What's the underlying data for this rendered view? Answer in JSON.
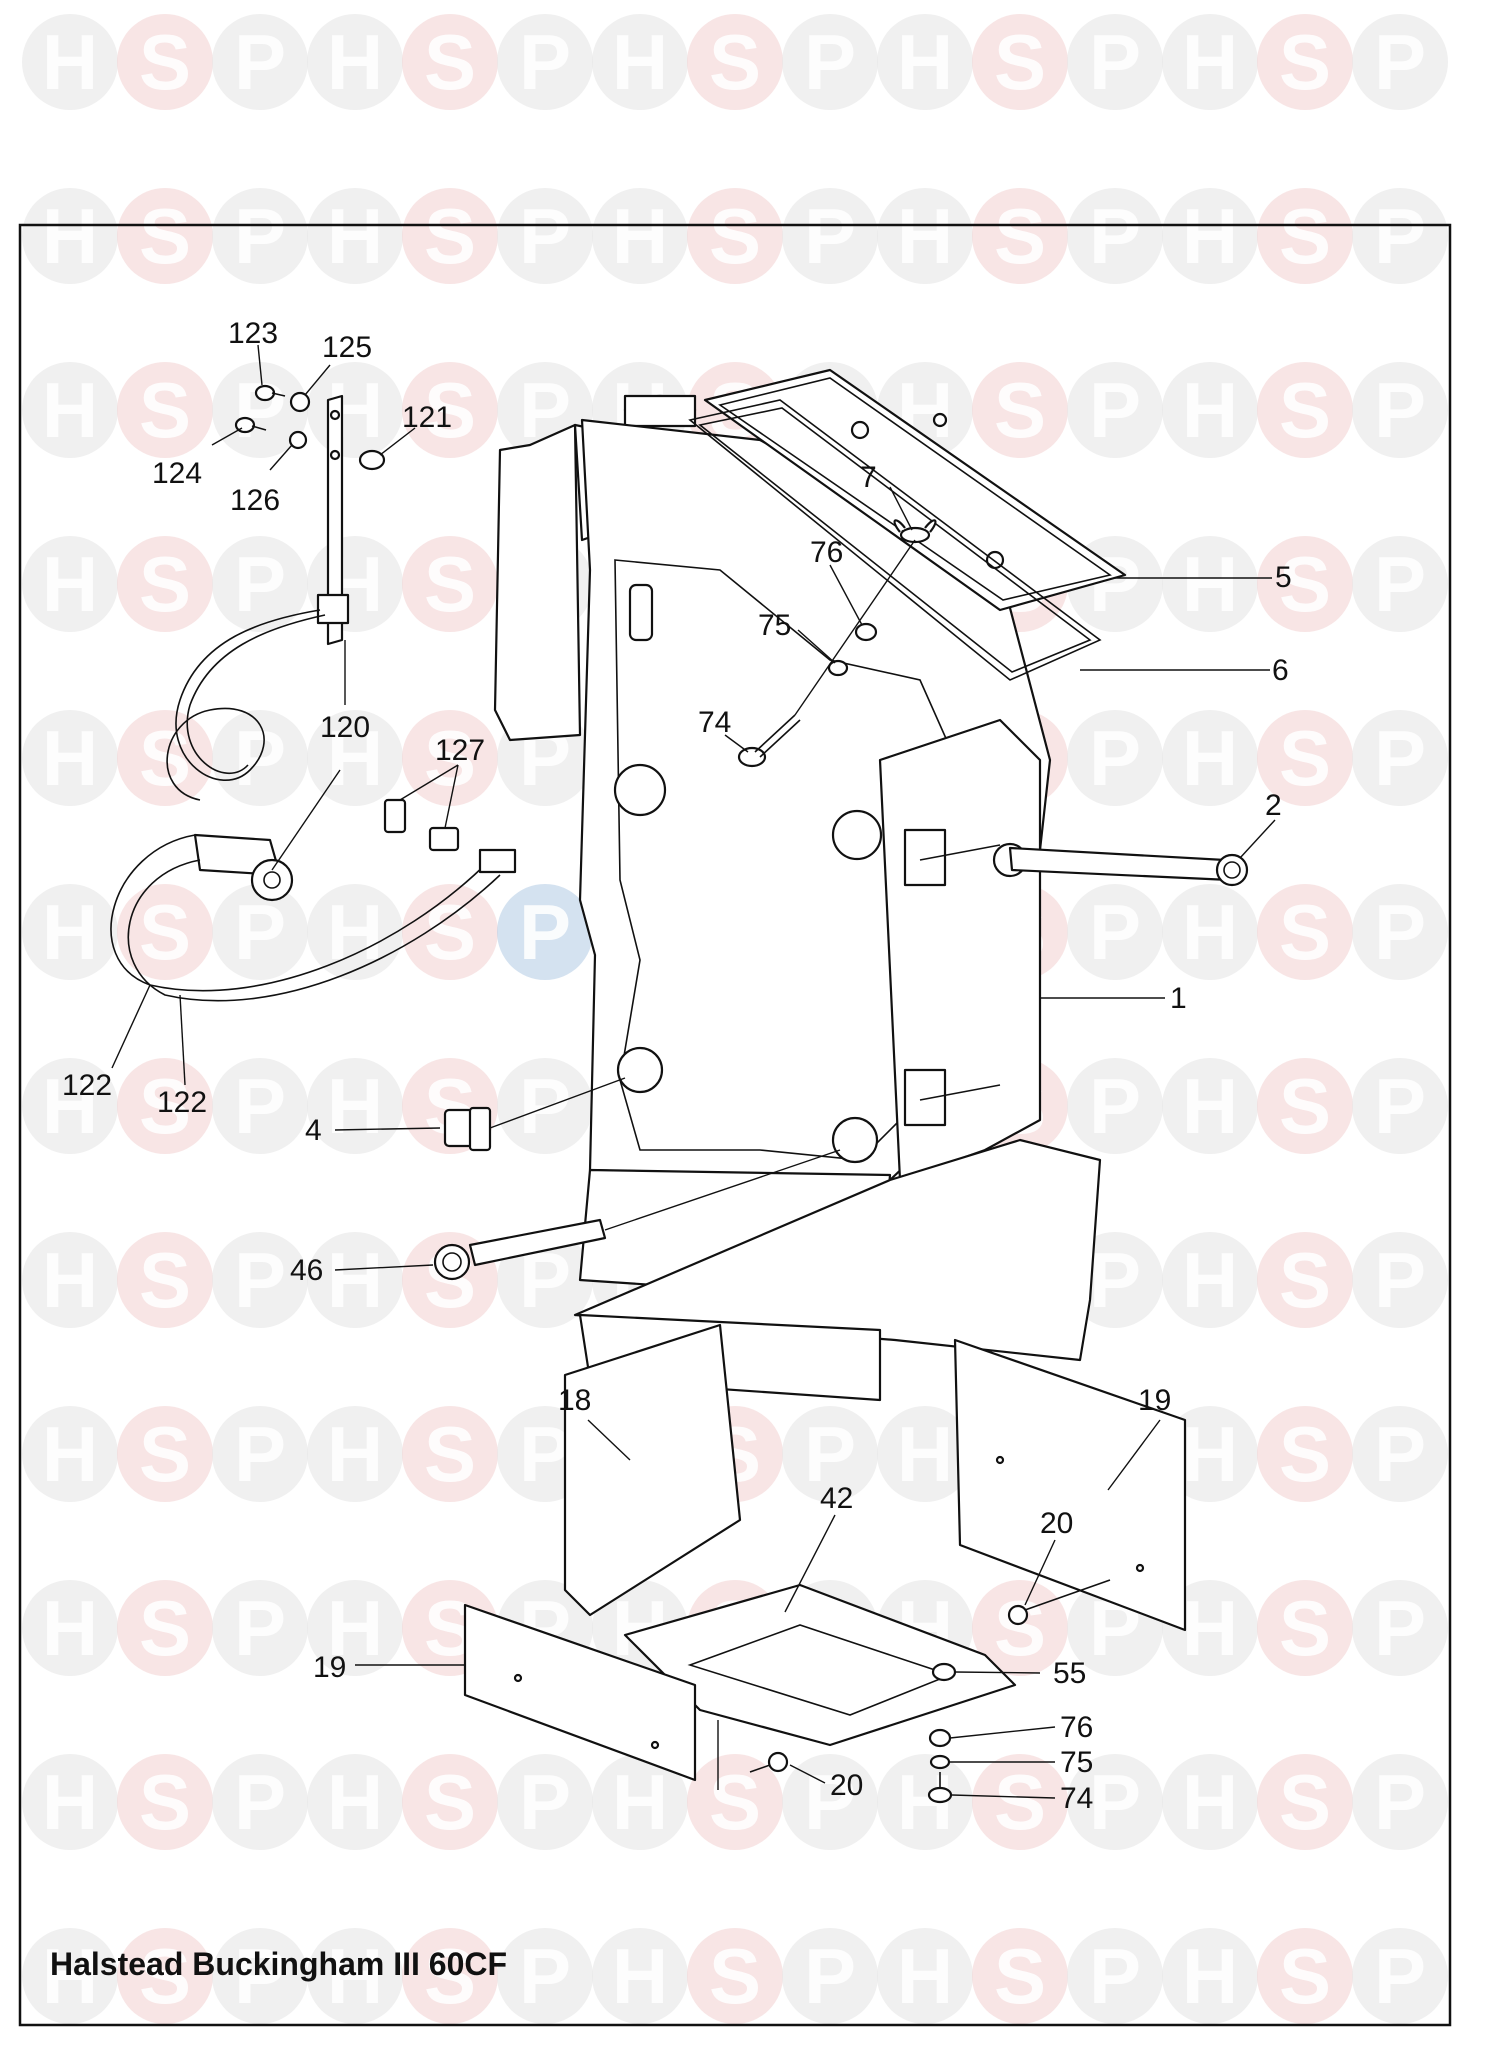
{
  "watermark": {
    "letters": [
      "H",
      "S",
      "P"
    ],
    "colors": [
      "#e6e6e6",
      "#f3d3d3",
      "#e6e6e6"
    ],
    "center_colors": [
      "#b7cfe6",
      "#f0c8c8",
      "#b7cfe6"
    ]
  },
  "caption": "Halstead Buckingham III 60CF",
  "callouts": {
    "c123": "123",
    "c125": "125",
    "c121": "121",
    "c124": "124",
    "c126": "126",
    "c7": "7",
    "c76a": "76",
    "c5": "5",
    "c75a": "75",
    "c6": "6",
    "c74a": "74",
    "c120": "120",
    "c127": "127",
    "c2": "2",
    "c1": "1",
    "c122a": "122",
    "c122b": "122",
    "c4": "4",
    "c46": "46",
    "c18": "18",
    "c19a": "19",
    "c42": "42",
    "c20a": "20",
    "c19b": "19",
    "c55": "55",
    "c76b": "76",
    "c75b": "75",
    "c74b": "74",
    "c20b": "20"
  }
}
